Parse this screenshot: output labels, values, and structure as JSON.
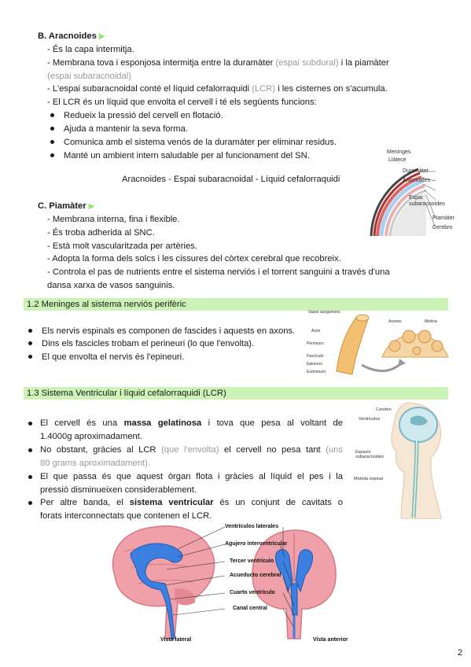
{
  "aracnoides": {
    "heading": "B. Aracnoides",
    "lines": [
      "- És la capa intermitja.",
      "- Membrana tova i esponjosa intermitja entre la duramàter",
      "(espai subdural)",
      "i la piamàter",
      "(espai subaracnoidal)",
      "- L'espai subaracnoidal conté el líquid cefalorraquidi",
      "(LCR)",
      "i les cisternes on s'acumula.",
      "- El LCR és un líquid que envolta el cervell i té els següents funcions:"
    ],
    "bullets": [
      "Redueix la pressió del cervell en flotació.",
      "Ajuda a mantenir la seva forma.",
      "Comunica amb el sistema venós de la duramàter per eliminar residus.",
      "Manté un ambient intern saludable per al funcionament del SN."
    ],
    "caption": "Aracnoides - Espai subaracnoidal - Líquid cefalorraquidi",
    "figure_labels": [
      "Meninges",
      "Llàtece",
      "Duramàter",
      "Aracnoides",
      "Espai subaracnoideo",
      "Piamàter",
      "Cerebro"
    ]
  },
  "piamater": {
    "heading": "C. Piamàter",
    "lines": [
      "- Membrana interna, fina i flexible.",
      "- És troba adherida al SNC.",
      "- Està molt vascularitzada per artèries.",
      "- Adopta la forma dels solcs i les cissures del còrtex cerebral que recobreix.",
      "- Controla el pas de nutrients entre el sistema nerviós i el torrent sanguini a través d'una",
      "dansa xarxa de vasos sanguinis."
    ]
  },
  "section_12": {
    "title": "1.2 Meninges al sistema nerviós perifèric",
    "bullets": [
      "Els nervis espinals es componen de fascides i aquests en axons.",
      "Dins els fascicles trobam el perineuri (lo que l'envolta).",
      "El que envolta el nervis és l'epineuri."
    ],
    "figure_labels": [
      "Vasos sanguíneos",
      "Axón",
      "Perineuro",
      "Fascículo",
      "Epineuro",
      "Endoneuro",
      "Axones",
      "Mielina"
    ]
  },
  "section_13": {
    "title": "1.3 Sistema Ventricular i líquid cefalorraquidi (LCR)",
    "b1_pre": "El cervell és una",
    "b1_bold": "massa gelatinosa",
    "b1_post": "i tova que pesa al voltant de",
    "b1_line2": "1.4000g aproximadament.",
    "b2_pre": "No obstant, gràcies al LCR",
    "b2_gray": "(que l'envolta)",
    "b2_post": "el cervell no pesa tant",
    "b2_gray2": "(uns",
    "b2_line2": "80 grams aproximadament).",
    "b3_line1": "El que passa és que aquest òrgan flota i gràcies al líquid el pes i la",
    "b3_line2": "pressió disminueixen considerablement.",
    "b4_pre": "Per altre banda, el",
    "b4_bold": "sistema ventricular",
    "b4_post": "és un conjunt de cavitats o",
    "b4_line2": "forats interconnectats que contenen el LCR.",
    "side_labels": [
      "Cerebro",
      "Ventrículos",
      "Espacio subaracnoideo",
      "Médula espinal"
    ],
    "brain_labels": [
      "Ventrículos laterales",
      "Agujero interventricular",
      "Tercer ventrículo",
      "Acueducto cerebral",
      "Cuarto ventrículo",
      "Canal central"
    ],
    "view_labels": [
      "Vista lateral",
      "Vista anterior"
    ]
  },
  "page_number": "2"
}
